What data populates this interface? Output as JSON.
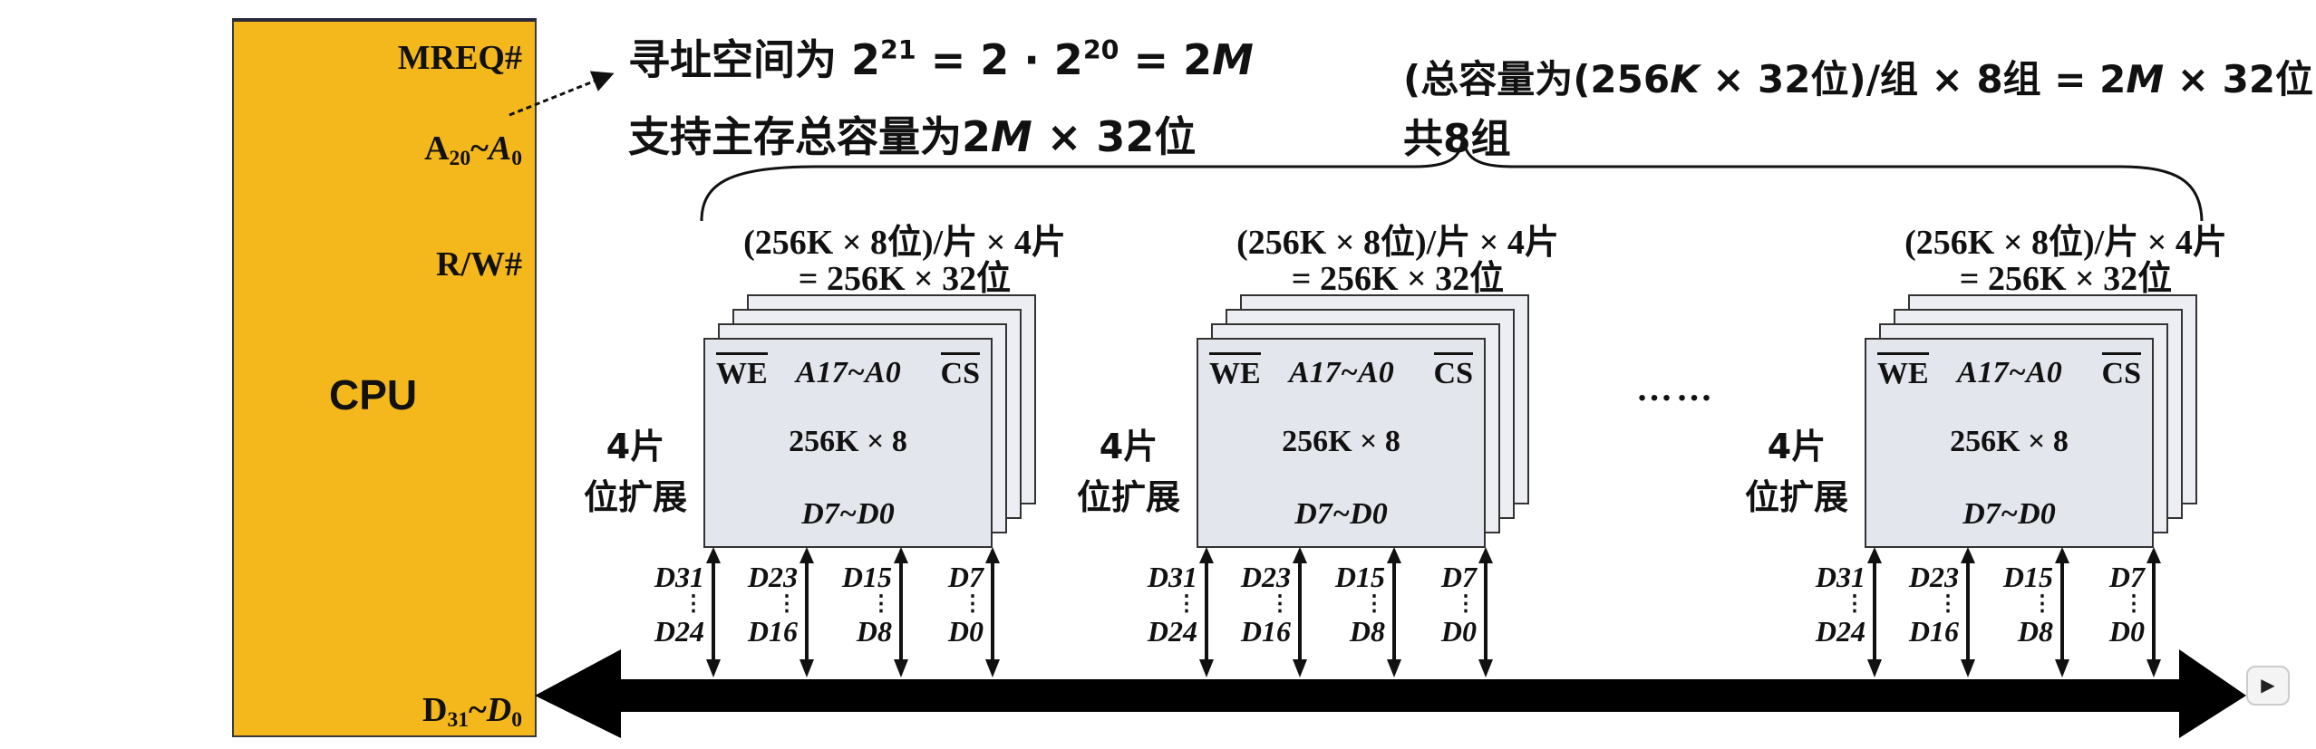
{
  "cpu": {
    "title": "CPU",
    "signals": {
      "mreq": "MREQ#",
      "addr": {
        "a": "A",
        "hi": "20",
        "tilde": "~",
        "b": "A",
        "lo": "0"
      },
      "rw": "R/W#",
      "data": {
        "a": "D",
        "hi": "31",
        "tilde": "~",
        "b": "D",
        "lo": "0"
      }
    },
    "fill_color": "#F5B81C"
  },
  "notes": {
    "address_space": {
      "prefix": "寻址空间为 2",
      "exp1": "21",
      "mid": " = 2 · 2",
      "exp2": "20",
      "eq": " = 2",
      "unit": "M"
    },
    "capacity": {
      "prefix": "支持主存总容量为2",
      "unit": "M",
      "suffix": " × 32位"
    },
    "total": {
      "open": "(总容量为(256",
      "k": "K",
      "mid": " × 32位)/组 × 8组 = 2",
      "m": "M",
      "end": " × 32位)"
    },
    "group_count": "共8组"
  },
  "ellipsis": "……",
  "groups": [
    {
      "label1": "(256K × 8位)/片 × 4片",
      "label2": "= 256K × 32位",
      "side1": "4片",
      "side2": "位扩展",
      "chip": {
        "we": "WE",
        "addr": "A17~A0",
        "cs": "CS",
        "size": "256K × 8",
        "data": "D7~D0"
      },
      "lines": [
        [
          "D31",
          "D24"
        ],
        [
          "D23",
          "D16"
        ],
        [
          "D15",
          "D8"
        ],
        [
          "D7",
          "D0"
        ]
      ]
    },
    {
      "label1": "(256K × 8位)/片 × 4片",
      "label2": "= 256K × 32位",
      "side1": "4片",
      "side2": "位扩展",
      "chip": {
        "we": "WE",
        "addr": "A17~A0",
        "cs": "CS",
        "size": "256K × 8",
        "data": "D7~D0"
      },
      "lines": [
        [
          "D31",
          "D24"
        ],
        [
          "D23",
          "D16"
        ],
        [
          "D15",
          "D8"
        ],
        [
          "D7",
          "D0"
        ]
      ]
    },
    {
      "label1": "(256K × 8位)/片 × 4片",
      "label2": "= 256K × 32位",
      "side1": "4片",
      "side2": "位扩展",
      "chip": {
        "we": "WE",
        "addr": "A17~A0",
        "cs": "CS",
        "size": "256K × 8",
        "data": "D7~D0"
      },
      "lines": [
        [
          "D31",
          "D24"
        ],
        [
          "D23",
          "D16"
        ],
        [
          "D15",
          "D8"
        ],
        [
          "D7",
          "D0"
        ]
      ]
    }
  ]
}
